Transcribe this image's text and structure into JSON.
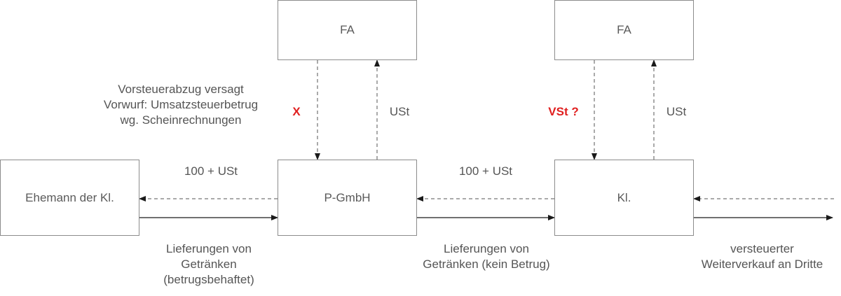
{
  "boxes": {
    "fa_left": "FA",
    "fa_right": "FA",
    "ehemann": "Ehemann der Kl.",
    "pgmbh": "P-GmbH",
    "kl": "Kl."
  },
  "labels": {
    "vorsteuer_note": "Vorsteuerabzug versagt\nVorwurf: Umsatzsteuerbetrug\nwg. Scheinrechnungen",
    "x_mark": "X",
    "ust_left": "USt",
    "vst_question": "VSt ?",
    "ust_right": "USt",
    "payment_left": "100 + USt",
    "payment_right": "100 + USt",
    "delivery_left": "Lieferungen von\nGetränken\n(betrugsbehaftet)",
    "delivery_right": "Lieferungen von\nGetränken (kein Betrug)",
    "resale": "versteuerter\nWeiterverkauf an Dritte"
  },
  "colors": {
    "line": "#1a1a1a",
    "dashed": "#555555",
    "highlight": "#e02020"
  }
}
